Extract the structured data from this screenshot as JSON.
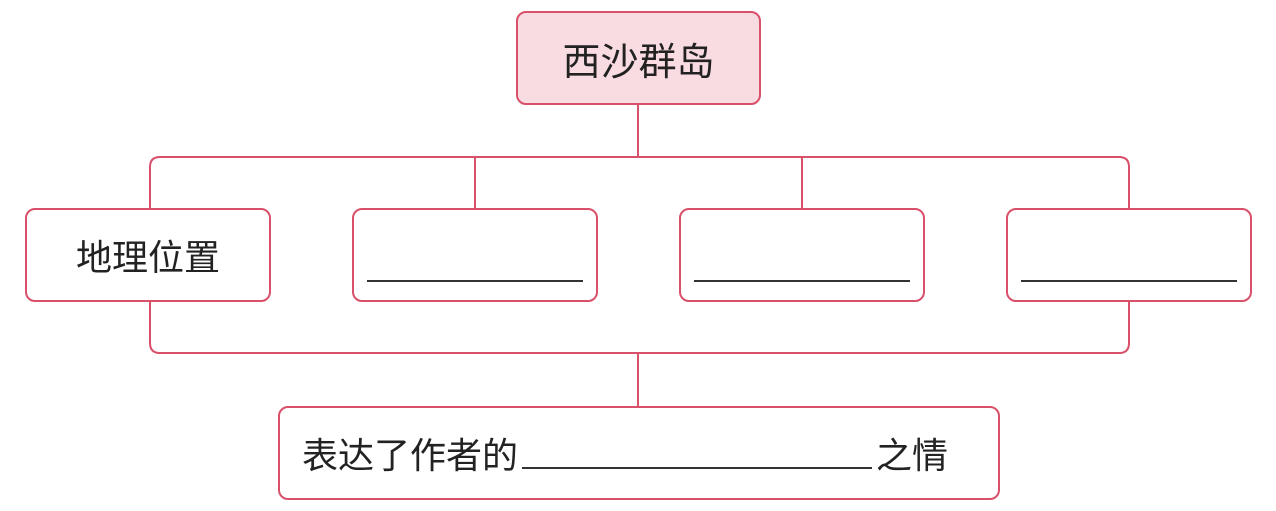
{
  "diagram": {
    "root": "西沙群岛",
    "children": [
      "地理位置",
      "",
      "",
      ""
    ],
    "conclusion": {
      "prefix": "表达了作者的",
      "suffix": "之情"
    }
  },
  "colors": {
    "line": "#d9506a",
    "root_fill": "#f9dbe2",
    "text": "#222222"
  }
}
